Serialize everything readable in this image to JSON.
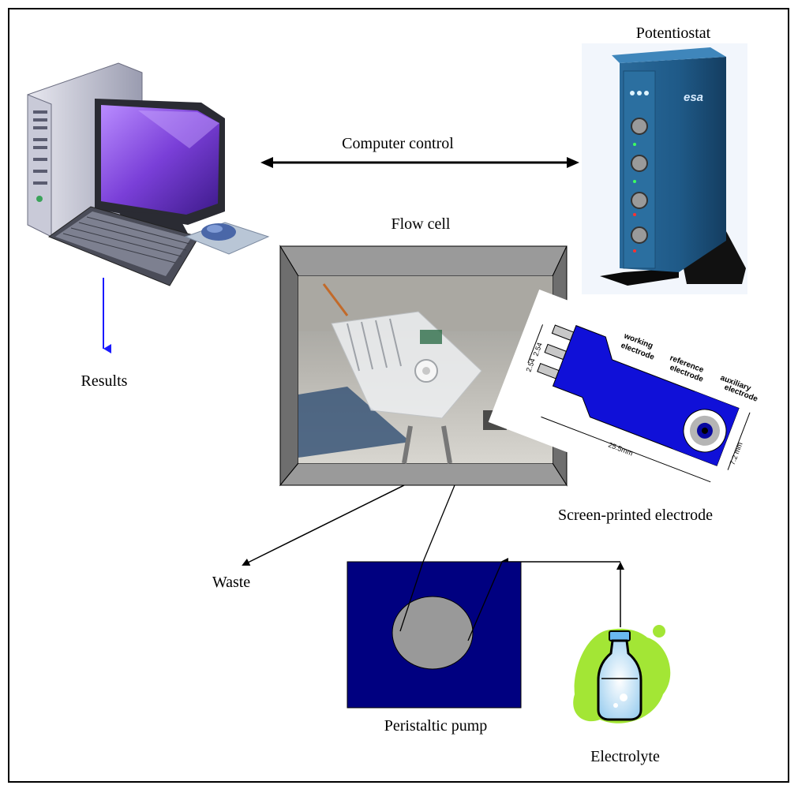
{
  "labels": {
    "potentiostat": "Potentiostat",
    "computer_control": "Computer control",
    "flow_cell": "Flow cell",
    "results": "Results",
    "screen_printed_electrode": "Screen-printed electrode",
    "waste": "Waste",
    "peristaltic_pump": "Peristaltic pump",
    "electrolyte": "Electrolyte"
  },
  "electrode_drawing": {
    "working": [
      "working",
      "electrode"
    ],
    "reference": [
      "reference",
      "electrode"
    ],
    "auxiliary": [
      "auxiliary",
      "electrode"
    ],
    "pin_pitch_1": "2.54",
    "pin_pitch_2": "2.54",
    "length": "25.5mm",
    "width": "7.2 mm"
  },
  "device_brand": "esa",
  "colors": {
    "pump_body": "#000080",
    "electrode_blue": "#1010d8",
    "arrow_blue": "#1a1aff",
    "frame_gray": "#808080",
    "bottle_green": "#a3e635"
  }
}
